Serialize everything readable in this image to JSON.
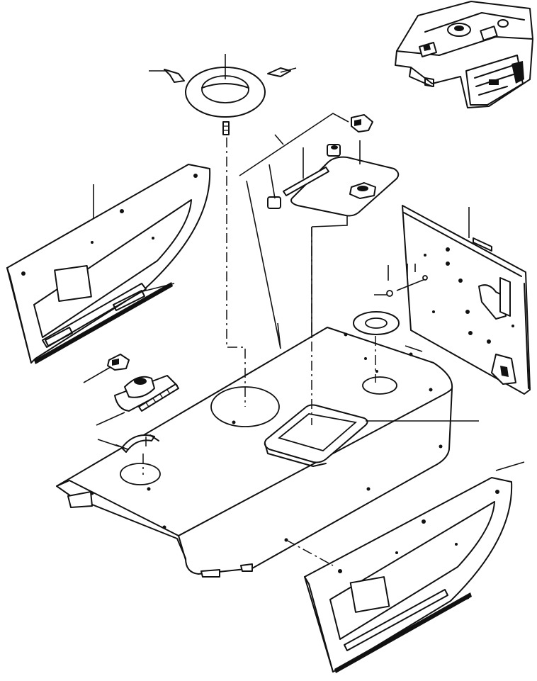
{
  "diagram": {
    "kind": "exploded-view line drawing",
    "colors": {
      "ink": "#111111",
      "paper": "#ffffff"
    },
    "parts": [
      {
        "id": "main-floor-plate"
      },
      {
        "id": "left-side-cover"
      },
      {
        "id": "right-side-cover"
      },
      {
        "id": "rear-panel"
      },
      {
        "id": "top-ring-plate"
      },
      {
        "id": "small-ring-plate"
      },
      {
        "id": "access-cover"
      },
      {
        "id": "frame-seal"
      },
      {
        "id": "hinge-latch"
      },
      {
        "id": "clamp-ring"
      },
      {
        "id": "console-assembly"
      }
    ]
  }
}
